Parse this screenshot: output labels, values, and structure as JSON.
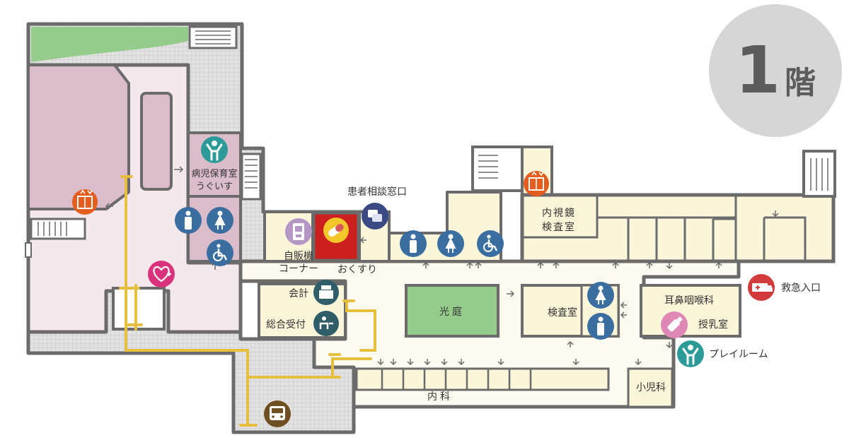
{
  "floor": {
    "number": "1",
    "suffix": "階"
  },
  "labels": {
    "sick_child_care": "病児保育室",
    "uguisu": "うぐいす",
    "vending_1": "自販機",
    "vending_2": "コーナー",
    "pharmacy": "おくすり",
    "consultation": "患者相談窓口",
    "cashier": "会計",
    "general_reception": "総合受付",
    "courtyard": "光庭",
    "endoscopy_1": "内視鏡",
    "endoscopy_2": "検査室",
    "lab": "検査室",
    "ent": "耳鼻咽喉科",
    "nursing_room": "授乳室",
    "emergency_entrance": "救急入口",
    "playroom": "プレイルーム",
    "internal_medicine": "内科",
    "pediatrics": "小児科"
  },
  "icons": {
    "elevator": "elevator-icon",
    "restroom_male": "male-restroom-icon",
    "restroom_female": "female-restroom-icon",
    "accessible": "wheelchair-icon",
    "pharmacy": "pill-icon",
    "vending": "vending-machine-icon",
    "consultation": "chat-icon",
    "cashier": "cash-register-icon",
    "reception": "reception-icon",
    "heart_care": "heart-plus-icon",
    "child": "child-icon",
    "baby_bottle": "baby-bottle-icon",
    "ambulance": "ambulance-icon",
    "bus": "bus-icon"
  },
  "colors": {
    "wall": "#6b6b6b",
    "room_fill": "#fbf6d9",
    "corridor": "#fdfbef",
    "pink_area": "#dbbccb",
    "pink_light": "#f4e8ed",
    "green": "#95cc8c",
    "gray_pattern": "#d8d8d8",
    "guide_line": "#e6bf3e",
    "pharmacy_red": "#cc1f1f",
    "blue_icon": "#3a6ea0",
    "teal_icon": "#2c9a96",
    "orange_icon": "#e45c1e",
    "magenta_icon": "#d8337c",
    "navy_icon": "#3b4a85",
    "lavender_icon": "#b497c4",
    "ambulance_red": "#d23b3b",
    "bus_brown": "#6e5023",
    "badge_gray": "#d6d6d6"
  }
}
